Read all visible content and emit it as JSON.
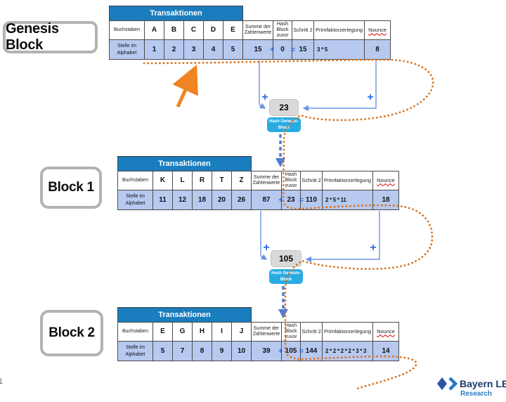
{
  "page_number": "1",
  "symbols": {
    "plus": "+",
    "equals": "="
  },
  "labels": {
    "transaktionen": "Transaktionen",
    "buchstaben": "Buchstaben",
    "stelle_im_alphabet": "Stelle im Alphabet",
    "summe": "Summe der Zahlenwerte",
    "hash_block_zuvor": "Hash Block zuvor",
    "schritt_2": "Schritt 2",
    "primfaktorzerlegung": "Primfaktorzerlegung",
    "nounce": "Nounce"
  },
  "hash_button": {
    "line1": "Hash Genesis-",
    "line2": "Block"
  },
  "blocks": [
    {
      "label": "Genesis Block",
      "letters": [
        "A",
        "B",
        "C",
        "D",
        "E"
      ],
      "values": [
        "1",
        "2",
        "3",
        "4",
        "5"
      ],
      "sum": "15",
      "hash_prev": "0",
      "schritt2": "15",
      "prim": "3 * 5",
      "nounce": "8",
      "hash_result": "23"
    },
    {
      "label": "Block 1",
      "letters": [
        "K",
        "L",
        "R",
        "T",
        "Z"
      ],
      "values": [
        "11",
        "12",
        "18",
        "20",
        "26"
      ],
      "sum": "87",
      "hash_prev": "23",
      "schritt2": "110",
      "prim": "2 * 5 * 11",
      "nounce": "18",
      "hash_result": "105"
    },
    {
      "label": "Block 2",
      "letters": [
        "E",
        "G",
        "H",
        "I",
        "J"
      ],
      "values": [
        "5",
        "7",
        "8",
        "9",
        "10"
      ],
      "sum": "39",
      "hash_prev": "105",
      "schritt2": "144",
      "prim": "2 * 2 * 2 * 2 * 3 * 3",
      "nounce": "14"
    }
  ],
  "logo": {
    "brand": "Bayern LB",
    "sub": "Research"
  },
  "colors": {
    "header_blue": "#1a7dbd",
    "cell_blue": "#b7c9ef",
    "accent_blue": "#2f6fe4",
    "connector_blue": "#6a92e6",
    "dashed_arrow_blue": "#4e7cd6",
    "orange": "#d9731f",
    "arrow_orange": "#ef8421",
    "button_cyan": "#29abe2",
    "logo_navy": "#1a3a68",
    "logo_blue": "#2e7bbf"
  }
}
